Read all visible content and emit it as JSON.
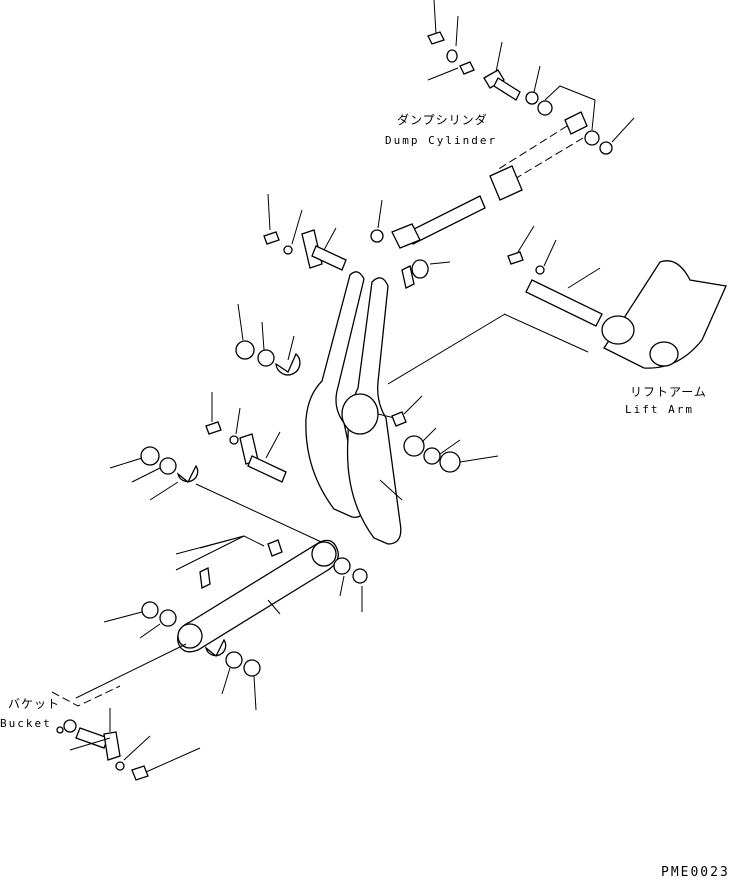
{
  "labels": {
    "dump_cylinder_jp": "ダンプシリンダ",
    "dump_cylinder_en": "Dump Cylinder",
    "lift_arm_jp": "リフトアーム",
    "lift_arm_en": "Lift Arm",
    "bucket_jp": "バケット",
    "bucket_en": "Bucket"
  },
  "figure_code": "PME0023"
}
